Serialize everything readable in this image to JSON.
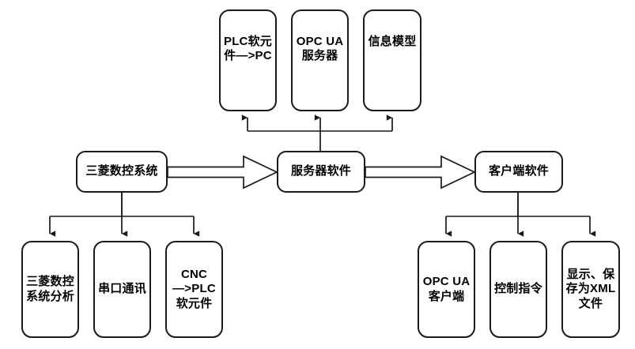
{
  "diagram": {
    "type": "flowchart",
    "title": "",
    "background_color": "#ffffff",
    "line_color": "#1a1a1a",
    "text_color": "#000000",
    "top_row": [
      {
        "id": "plc-to-pc",
        "label": "PLC软元\n件—>PC"
      },
      {
        "id": "opc-ua-server",
        "label": "OPC UA\n服务器"
      },
      {
        "id": "information-model",
        "label": "信息模型"
      }
    ],
    "middle_row": [
      {
        "id": "mitsubishi-cnc-system",
        "label": "三菱数控系统"
      },
      {
        "id": "server-software",
        "label": "服务器软件"
      },
      {
        "id": "client-software",
        "label": "客户端软件"
      }
    ],
    "bottom_left_row": [
      {
        "id": "cnc-system-analysis",
        "label": "三菱数控\n系统分析"
      },
      {
        "id": "serial-communication",
        "label": "串口通讯"
      },
      {
        "id": "cnc-to-plc-device",
        "label": "CNC\n—>PLC\n软元件"
      }
    ],
    "bottom_right_row": [
      {
        "id": "opc-ua-client",
        "label": "OPC UA\n客户端"
      },
      {
        "id": "control-command",
        "label": "控制指令"
      },
      {
        "id": "display-save-xml",
        "label": "显示、保\n存为XML\n文件"
      }
    ],
    "connections": [
      {
        "from": "mitsubishi-cnc-system",
        "to": "server-software",
        "style": "block-arrow"
      },
      {
        "from": "server-software",
        "to": "client-software",
        "style": "block-arrow"
      },
      {
        "from": "server-software",
        "to": "plc-to-pc",
        "style": "line-arrow-up"
      },
      {
        "from": "server-software",
        "to": "opc-ua-server",
        "style": "line-arrow-up"
      },
      {
        "from": "server-software",
        "to": "information-model",
        "style": "line-arrow-up"
      },
      {
        "from": "mitsubishi-cnc-system",
        "to": "cnc-system-analysis",
        "style": "line-arrow-down"
      },
      {
        "from": "mitsubishi-cnc-system",
        "to": "serial-communication",
        "style": "line-arrow-down"
      },
      {
        "from": "mitsubishi-cnc-system",
        "to": "cnc-to-plc-device",
        "style": "line-arrow-down"
      },
      {
        "from": "client-software",
        "to": "opc-ua-client",
        "style": "line-arrow-down"
      },
      {
        "from": "client-software",
        "to": "control-command",
        "style": "line-arrow-down"
      },
      {
        "from": "client-software",
        "to": "display-save-xml",
        "style": "line-arrow-down"
      }
    ]
  }
}
